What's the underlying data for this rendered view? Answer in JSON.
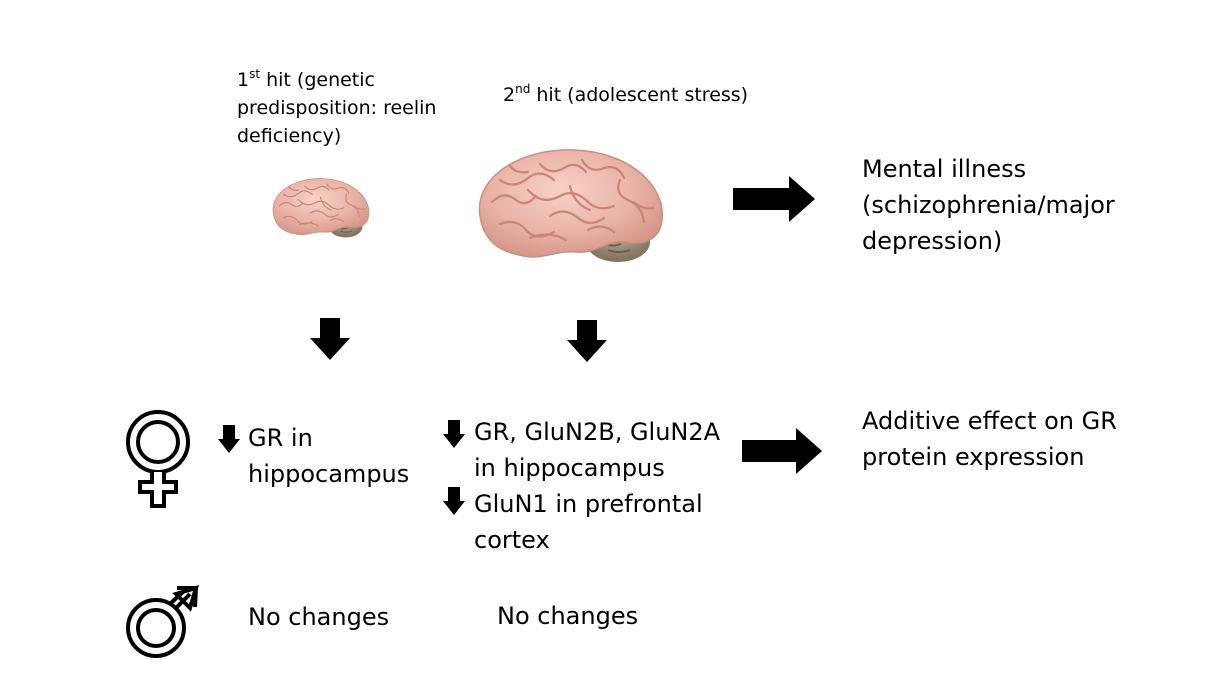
{
  "first_hit": {
    "ordinal": "1",
    "suffix": "st",
    "text": " hit (genetic predisposition: reelin deficiency)"
  },
  "second_hit": {
    "ordinal": "2",
    "suffix": "nd",
    "text": " hit (adolescent stress)"
  },
  "outcome_mental_illness": {
    "line1": "Mental illness",
    "line2": "(schizophrenia/major",
    "line3": "depression)"
  },
  "female": {
    "first_hit_line1": "GR in",
    "first_hit_line2": "hippocampus",
    "second_hit_item1_line1": "GR, GluN2B, GluN2A",
    "second_hit_item1_line2": "in hippocampus",
    "second_hit_item2_line1": "GluN1 in prefrontal",
    "second_hit_item2_line2": "cortex",
    "outcome_line1": "Additive effect on GR",
    "outcome_line2": "protein expression"
  },
  "male": {
    "first_hit": "No changes",
    "second_hit": "No changes"
  },
  "icons": {
    "female": "female-symbol-icon",
    "male": "male-symbol-icon",
    "brain": "brain-icon",
    "arrow_right": "arrow-right-icon",
    "arrow_down": "arrow-down-icon"
  }
}
